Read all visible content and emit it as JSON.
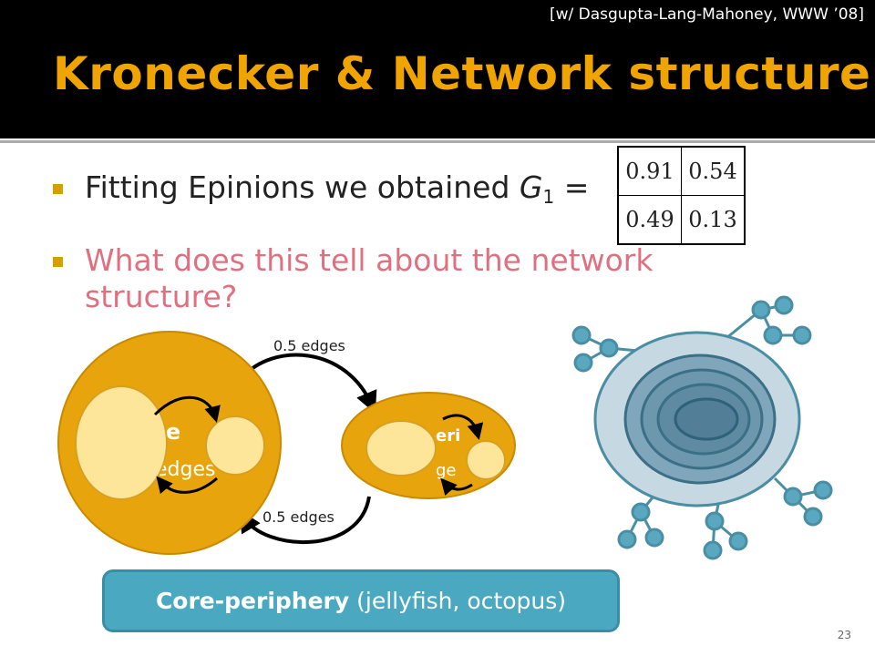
{
  "header": {
    "citation": "[w/ Dasgupta-Lang-Mahoney, WWW ’08]",
    "title": "Kronecker & Network structure"
  },
  "bullets": {
    "b1_text": "Fitting Epinions we obtained",
    "b1_var": "G",
    "b1_sub": "1",
    "b1_eq": "=",
    "b2_text": "What does this tell about the network structure?"
  },
  "matrix": {
    "r1c1": "0.91",
    "r1c2": "0.54",
    "r2c1": "0.49",
    "r2c2": "0.13"
  },
  "diagram": {
    "top_edge_label": "0.5 edges",
    "bottom_edge_label": "0.5 edges",
    "core_label_fragment": "re",
    "core_edges_fragment": "edges",
    "periphery_label_fragment": "eri",
    "periphery_edges_fragment": "ge"
  },
  "callout": {
    "bold": "Core-periphery",
    "rest": "(jellyfish, octopus)"
  },
  "page_number": "23",
  "colors": {
    "title": "#f0a400",
    "accent_bullet": "#e07080",
    "core_fill": "#e8a40c",
    "circle_fill": "#fde59a",
    "jellyfish": "#4a8ea4",
    "callout": "#4aa8c0"
  }
}
